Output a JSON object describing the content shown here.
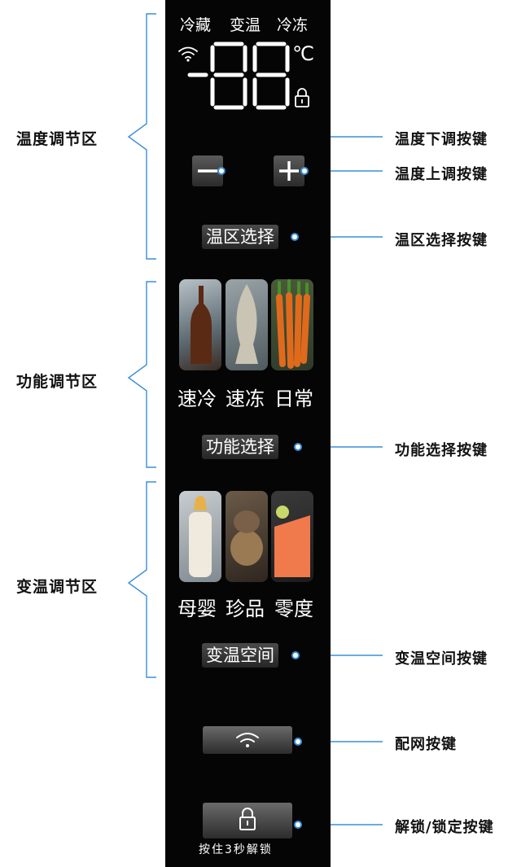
{
  "display": {
    "zone_labels": [
      "冷藏",
      "变温",
      "冷冻"
    ],
    "digits": "-88",
    "unit": "℃",
    "wifi_icon": "wifi-icon",
    "lock_icon": "lock-icon"
  },
  "buttons": {
    "minus": "minus-icon",
    "plus": "plus-icon",
    "zone_select": "温区选择",
    "function_select": "功能选择",
    "variable_space": "变温空间",
    "network_icon": "wifi-icon",
    "unlock_icon": "lock-icon",
    "unlock_caption": "按住3秒解锁"
  },
  "function_modes": [
    "速冷",
    "速冻",
    "日常"
  ],
  "variable_modes": [
    "母婴",
    "珍品",
    "零度"
  ],
  "zones": {
    "temperature": "温度调节区",
    "function": "功能调节区",
    "variable": "变温调节区"
  },
  "callouts": {
    "temp_down": "温度下调按键",
    "temp_up": "温度上调按键",
    "zone_select": "温区选择按键",
    "function_select": "功能选择按键",
    "variable_space": "变温空间按键",
    "network": "配网按键",
    "lock": "解锁/锁定按键"
  },
  "colors": {
    "panel": "#050505",
    "line": "#3a8fd8",
    "label": "#111111"
  }
}
